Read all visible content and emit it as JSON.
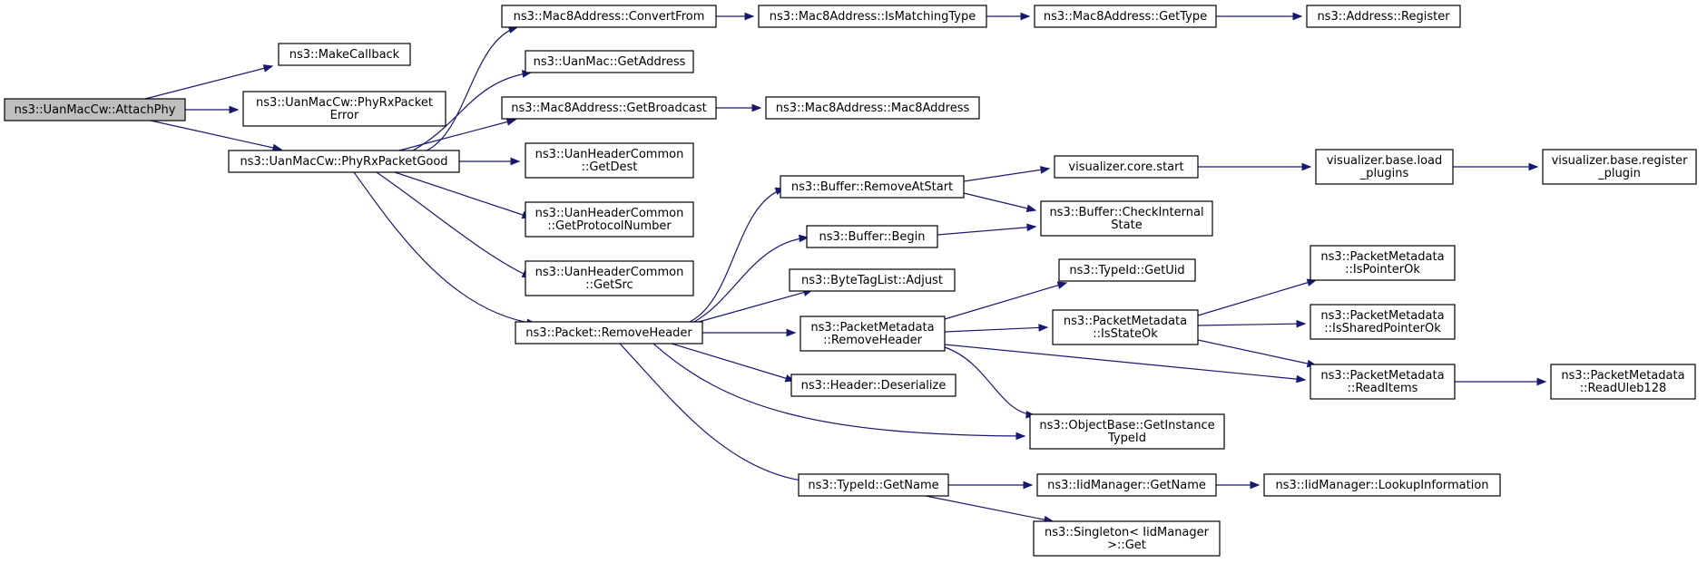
{
  "diagram": {
    "colors": {
      "edge": "#191970",
      "root_fill": "#bfbfbf",
      "node_fill": "#ffffff",
      "border": "#000000"
    },
    "nodes": [
      {
        "id": "n0",
        "lines": [
          "ns3::UanMacCw::AttachPhy"
        ],
        "root": true
      },
      {
        "id": "n1",
        "lines": [
          "ns3::MakeCallback"
        ]
      },
      {
        "id": "n2",
        "lines": [
          "ns3::UanMacCw::PhyRxPacket",
          "Error"
        ]
      },
      {
        "id": "n3",
        "lines": [
          "ns3::UanMacCw::PhyRxPacketGood"
        ]
      },
      {
        "id": "n4",
        "lines": [
          "ns3::Mac8Address::ConvertFrom"
        ]
      },
      {
        "id": "n5",
        "lines": [
          "ns3::UanMac::GetAddress"
        ]
      },
      {
        "id": "n6",
        "lines": [
          "ns3::Mac8Address::GetBroadcast"
        ]
      },
      {
        "id": "n7",
        "lines": [
          "ns3::UanHeaderCommon",
          "::GetDest"
        ]
      },
      {
        "id": "n8",
        "lines": [
          "ns3::UanHeaderCommon",
          "::GetProtocolNumber"
        ]
      },
      {
        "id": "n9",
        "lines": [
          "ns3::UanHeaderCommon",
          "::GetSrc"
        ]
      },
      {
        "id": "n10",
        "lines": [
          "ns3::Packet::RemoveHeader"
        ]
      },
      {
        "id": "n11",
        "lines": [
          "ns3::Mac8Address::IsMatchingType"
        ]
      },
      {
        "id": "n12",
        "lines": [
          "ns3::Mac8Address::GetType"
        ]
      },
      {
        "id": "n13",
        "lines": [
          "ns3::Address::Register"
        ]
      },
      {
        "id": "n14",
        "lines": [
          "ns3::Mac8Address::Mac8Address"
        ]
      },
      {
        "id": "n15",
        "lines": [
          "ns3::Buffer::RemoveAtStart"
        ]
      },
      {
        "id": "n16",
        "lines": [
          "ns3::Buffer::Begin"
        ]
      },
      {
        "id": "n17",
        "lines": [
          "ns3::ByteTagList::Adjust"
        ]
      },
      {
        "id": "n18",
        "lines": [
          "ns3::PacketMetadata",
          "::RemoveHeader"
        ]
      },
      {
        "id": "n19",
        "lines": [
          "ns3::Header::Deserialize"
        ]
      },
      {
        "id": "n20",
        "lines": [
          "ns3::ObjectBase::GetInstance",
          "TypeId"
        ]
      },
      {
        "id": "n21",
        "lines": [
          "ns3::TypeId::GetName"
        ]
      },
      {
        "id": "n22",
        "lines": [
          "visualizer.core.start"
        ]
      },
      {
        "id": "n23",
        "lines": [
          "ns3::Buffer::CheckInternal",
          "State"
        ]
      },
      {
        "id": "n24",
        "lines": [
          "ns3::TypeId::GetUid"
        ]
      },
      {
        "id": "n25",
        "lines": [
          "ns3::PacketMetadata",
          "::IsStateOk"
        ]
      },
      {
        "id": "n26",
        "lines": [
          "ns3::IidManager::GetName"
        ]
      },
      {
        "id": "n27",
        "lines": [
          "ns3::Singleton< IidManager",
          ">::Get"
        ]
      },
      {
        "id": "n28",
        "lines": [
          "visualizer.base.load",
          "_plugins"
        ]
      },
      {
        "id": "n29",
        "lines": [
          "visualizer.base.register",
          "_plugin"
        ]
      },
      {
        "id": "n30",
        "lines": [
          "ns3::PacketMetadata",
          "::IsPointerOk"
        ]
      },
      {
        "id": "n31",
        "lines": [
          "ns3::PacketMetadata",
          "::IsSharedPointerOk"
        ]
      },
      {
        "id": "n32",
        "lines": [
          "ns3::PacketMetadata",
          "::ReadItems"
        ]
      },
      {
        "id": "n33",
        "lines": [
          "ns3::PacketMetadata",
          "::ReadUleb128"
        ]
      },
      {
        "id": "n34",
        "lines": [
          "ns3::IidManager::LookupInformation"
        ]
      }
    ],
    "edges": [
      [
        "n0",
        "n1"
      ],
      [
        "n0",
        "n2"
      ],
      [
        "n0",
        "n3"
      ],
      [
        "n3",
        "n4"
      ],
      [
        "n3",
        "n5"
      ],
      [
        "n3",
        "n6"
      ],
      [
        "n3",
        "n7"
      ],
      [
        "n3",
        "n8"
      ],
      [
        "n3",
        "n9"
      ],
      [
        "n3",
        "n10"
      ],
      [
        "n4",
        "n11"
      ],
      [
        "n11",
        "n12"
      ],
      [
        "n12",
        "n13"
      ],
      [
        "n6",
        "n14"
      ],
      [
        "n10",
        "n15"
      ],
      [
        "n10",
        "n16"
      ],
      [
        "n10",
        "n17"
      ],
      [
        "n10",
        "n18"
      ],
      [
        "n10",
        "n19"
      ],
      [
        "n10",
        "n20"
      ],
      [
        "n10",
        "n21"
      ],
      [
        "n15",
        "n22"
      ],
      [
        "n15",
        "n23"
      ],
      [
        "n16",
        "n23"
      ],
      [
        "n22",
        "n28"
      ],
      [
        "n28",
        "n29"
      ],
      [
        "n18",
        "n24"
      ],
      [
        "n18",
        "n25"
      ],
      [
        "n18",
        "n32"
      ],
      [
        "n18",
        "n20"
      ],
      [
        "n25",
        "n30"
      ],
      [
        "n25",
        "n31"
      ],
      [
        "n25",
        "n32"
      ],
      [
        "n32",
        "n33"
      ],
      [
        "n21",
        "n26"
      ],
      [
        "n21",
        "n27"
      ],
      [
        "n26",
        "n34"
      ]
    ]
  }
}
